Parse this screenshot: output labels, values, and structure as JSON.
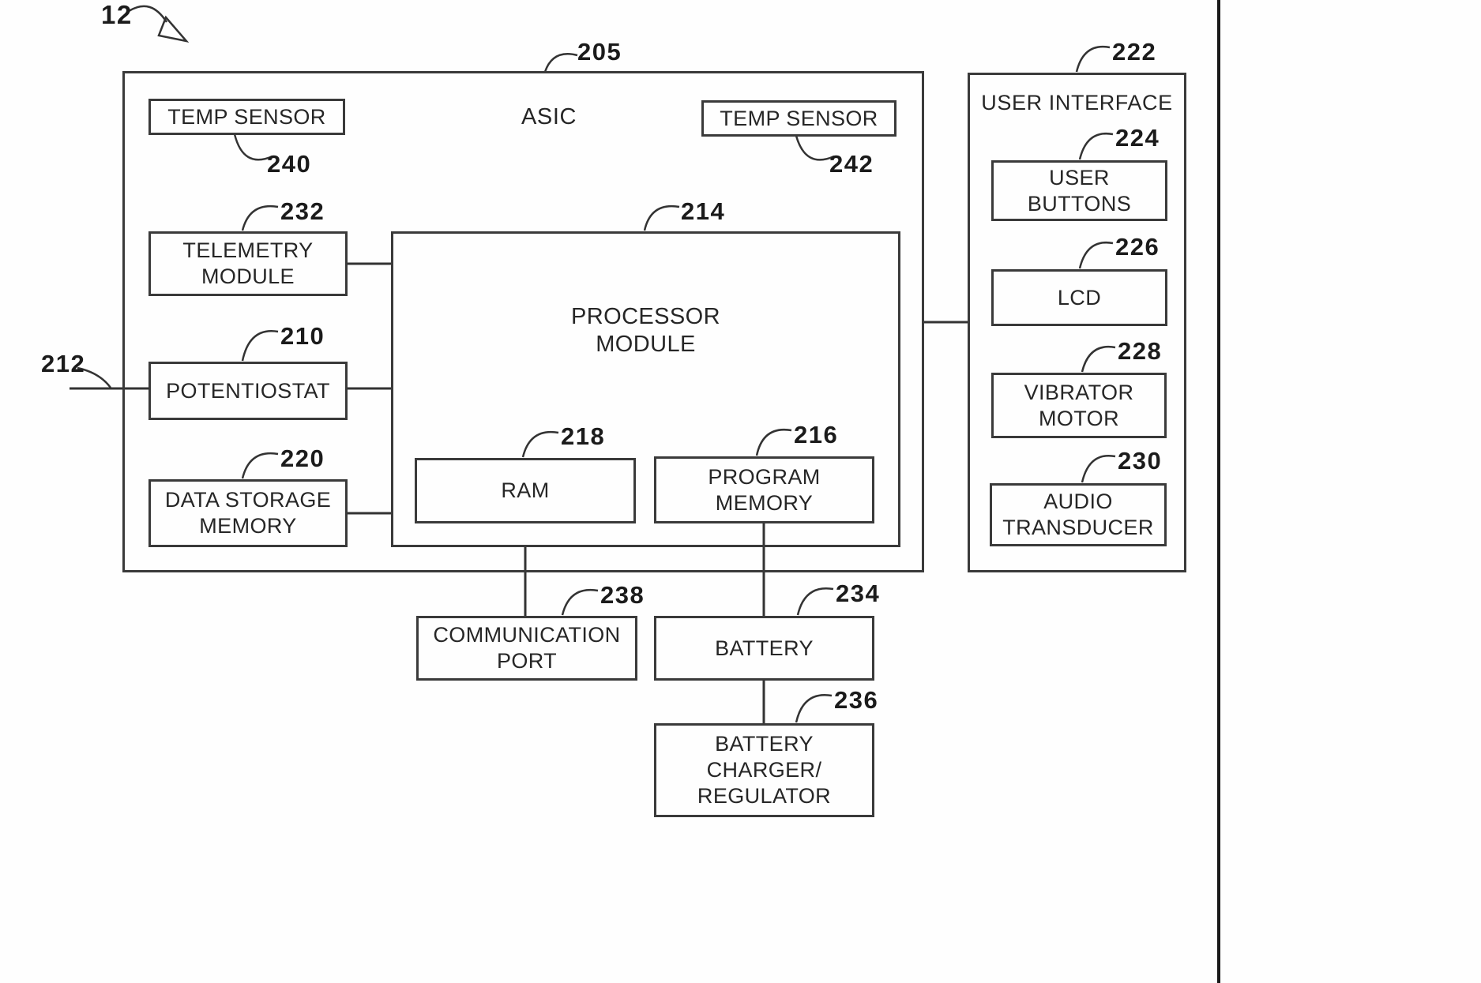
{
  "figure": {
    "ref": "12"
  },
  "asic": {
    "title": "ASIC",
    "ref": "205"
  },
  "blocks": {
    "temp_sensor_left": {
      "label": "TEMP SENSOR",
      "ref": "240"
    },
    "temp_sensor_right": {
      "label": "TEMP SENSOR",
      "ref": "242"
    },
    "telemetry_module": {
      "label": "TELEMETRY\nMODULE",
      "ref": "232"
    },
    "potentiostat": {
      "label": "POTENTIOSTAT",
      "ref": "210"
    },
    "data_storage_memory": {
      "label": "DATA STORAGE\nMEMORY",
      "ref": "220"
    },
    "processor_module": {
      "label": "PROCESSOR\nMODULE",
      "ref": "214"
    },
    "ram": {
      "label": "RAM",
      "ref": "218"
    },
    "program_memory": {
      "label": "PROGRAM\nMEMORY",
      "ref": "216"
    },
    "communication_port": {
      "label": "COMMUNICATION\nPORT",
      "ref": "238"
    },
    "battery": {
      "label": "BATTERY",
      "ref": "234"
    },
    "battery_charger": {
      "label": "BATTERY\nCHARGER/\nREGULATOR",
      "ref": "236"
    }
  },
  "user_interface": {
    "title": "USER INTERFACE",
    "ref": "222",
    "blocks": {
      "user_buttons": {
        "label": "USER\nBUTTONS",
        "ref": "224"
      },
      "lcd": {
        "label": "LCD",
        "ref": "226"
      },
      "vibrator_motor": {
        "label": "VIBRATOR\nMOTOR",
        "ref": "228"
      },
      "audio_transducer": {
        "label": "AUDIO\nTRANSDUCER",
        "ref": "230"
      }
    }
  },
  "external": {
    "sensor_lead_ref": "212"
  },
  "colors": {
    "line": "#333333",
    "border": "#3a3a3a",
    "text": "#262626"
  }
}
